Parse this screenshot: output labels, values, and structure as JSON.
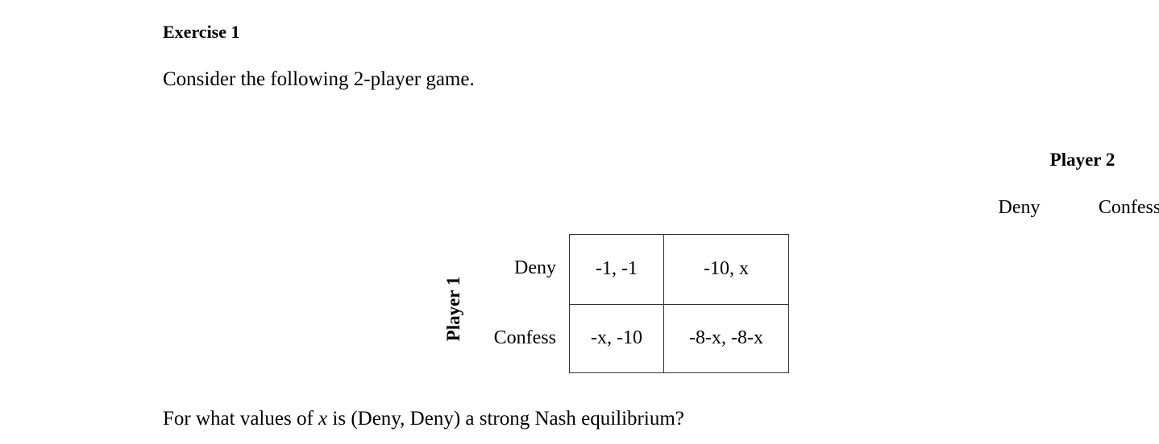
{
  "document": {
    "exercise_title": "Exercise 1",
    "intro_text": "Consider the following 2-player game.",
    "question": {
      "part1": "For what values of ",
      "variable": "x",
      "part2": " is (Deny, Deny) a strong Nash equilibrium?"
    }
  },
  "game": {
    "column_player_label": "Player 2",
    "row_player_label": "Player 1",
    "column_headers": [
      "Deny",
      "Confess"
    ],
    "row_headers": [
      "Deny",
      "Confess"
    ],
    "payoffs": [
      [
        "-1, -1",
        "-10, x"
      ],
      [
        "-x, -10",
        "-8-x, -8-x"
      ]
    ],
    "border_color": "#333333"
  }
}
